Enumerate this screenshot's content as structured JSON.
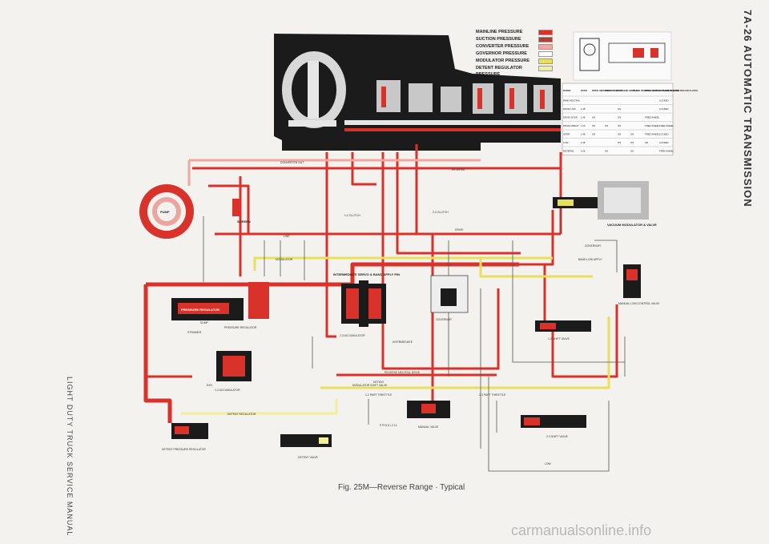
{
  "page": {
    "side_title": "7A-26 AUTOMATIC TRANSMISSION",
    "side_manual": "LIGHT DUTY TRUCK SERVICE MANUAL",
    "caption": "Fig. 25M—Reverse Range · Typical",
    "watermark": "carmanualsonline.info"
  },
  "colors": {
    "mainline": "#d9322b",
    "suction": "#c0392b",
    "converter": "#f0a8a0",
    "governor": "#ffffff",
    "modulator": "#e8e05a",
    "detent": "#f2ee9c",
    "housing": "#1b1b1b",
    "line": "#555555"
  },
  "legend": {
    "items": [
      {
        "label": "MAINLINE PRESSURE",
        "color": "#d9322b"
      },
      {
        "label": "SUCTION PRESSURE",
        "color": "#c0392b"
      },
      {
        "label": "CONVERTER PRESSURE",
        "color": "#f0a8a0"
      },
      {
        "label": "GOVERNOR PRESSURE",
        "color": "#ffffff"
      },
      {
        "label": "MODULATOR PRESSURE",
        "color": "#e8e05a"
      },
      {
        "label": "DETENT REGULATOR",
        "color": "#f2ee9c"
      }
    ],
    "extra": "PRESSURE"
  },
  "labels": {
    "pump": "PUMP",
    "screen": "SCREEN",
    "pressure_regulator": "PRESSURE REGULATOR",
    "pressure_regulator_valve": "PRESSURE REGULATOR",
    "strainer": "STRAINER",
    "sump": "SUMP",
    "accumulator_12": "1-2 ACCUMULATOR",
    "accumulator_23": "2-3 ACCUMULATOR",
    "intermediate_servo": "INTERMEDIATE SERVO & BAND APPLY PIN",
    "governor": "GOVERNOR",
    "vacuum_modulator": "VACUUM MODULATOR & VALVE",
    "manual_low_control": "MANUAL LOW CONTROL VALVE",
    "shift_12": "1-2 SHIFT VALVE",
    "shift_23": "2-3 SHIFT VALVE",
    "manual_valve": "MANUAL VALVE",
    "detent_valve": "DETENT VALVE",
    "detent_pressure_regulator": "DETENT PRESSURE REGULATOR",
    "converter_out": "CONVERTER OUT",
    "reverse": "REVERSE",
    "line": "LINE",
    "modulator": "MODULATOR",
    "drive": "DRIVE",
    "intermediate": "INTERMEDIATE",
    "detent": "DETENT",
    "low": "LOW",
    "clutch_12": "1-2 CLUTCH",
    "clutch_23": "2-3 CLUTCH",
    "exh": "EXH",
    "reverse_neutral_drive": "REVERSE NEUTRAL DRIVE",
    "modulator_shift_valve": "MODULATOR SHIFT VALVE",
    "part_throttle": "1-2 PART THROTTLE",
    "part_throttle_23": "2-3 PART THROTTLE",
    "detent_regulator": "DETENT REGULATOR",
    "band_low_apply": "BAND LOW APPLY",
    "governor_line": "GOVERNOR",
    "valve_12": "1-2 SHIFT",
    "valve_23": "2-3 SHIFT VALVE",
    "gear_marks": "P R N D L2 L1"
  },
  "clutch_table": {
    "headers": [
      "RANGE",
      "RATIO",
      "INTER- MEDIATE CLUTCH",
      "DIRECT CLUTCH",
      "FORWARD CLUTCH",
      "LOW AND REVERSE CLUTCH",
      "INTER- MEDIATE OVERRUN BAND",
      "LOW AND REVERSE ROLLER CLUTCH"
    ],
    "rows": [
      [
        "PARK NEUTRAL",
        "",
        "",
        "",
        "",
        "",
        "",
        "LOCKED"
      ],
      [
        "DRIVE LOW",
        "2.48",
        "",
        "",
        "ON",
        "",
        "",
        "LOCKED"
      ],
      [
        "DRIVE INTER",
        "1.48",
        "ON",
        "",
        "ON",
        "",
        "FREE WHEEL",
        ""
      ],
      [
        "DRIVE DIRECT",
        "1.00",
        "ON",
        "ON",
        "ON",
        "",
        "FREE WHEEL",
        "FREE WHEEL"
      ],
      [
        "INTER",
        "1.48",
        "ON",
        "",
        "ON",
        "ON",
        "FREE WHEEL",
        "LOCKED"
      ],
      [
        "LOW",
        "2.48",
        "",
        "",
        "ON",
        "ON",
        "ON",
        "LOCKED"
      ],
      [
        "REVERSE",
        "2.08",
        "",
        "ON",
        "",
        "ON",
        "",
        "FREE WHEEL"
      ]
    ]
  }
}
